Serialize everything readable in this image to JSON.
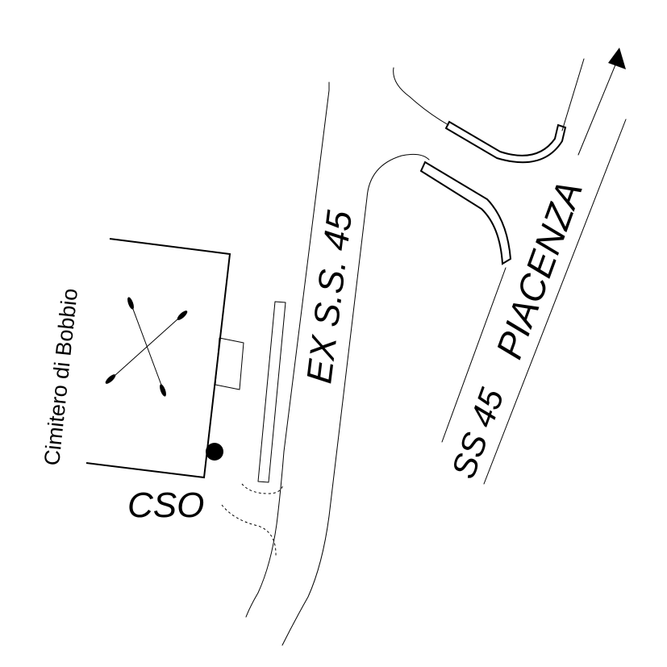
{
  "labels": {
    "cemetery": "Cimitero di Bobbio",
    "cso": "CSO",
    "ex_road": "EX S.S. 45",
    "ss_road": "SS 45",
    "destination": "PIACENZA"
  },
  "icons": {
    "cemetery_symbol": "crossed-torches-icon",
    "cso_marker": "filled-circle-icon",
    "direction": "arrow-up-right-icon"
  },
  "colors": {
    "ink": "#000000",
    "background": "#ffffff"
  }
}
